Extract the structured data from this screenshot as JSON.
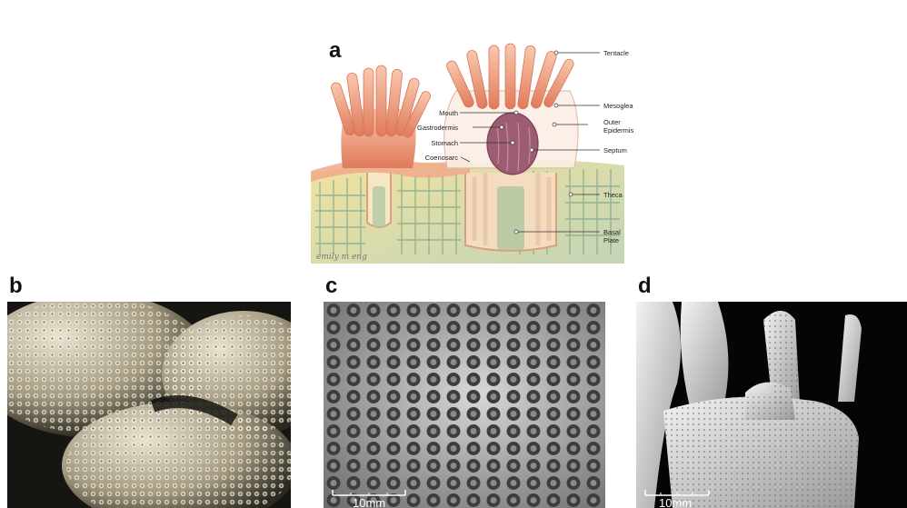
{
  "panels": {
    "a": "a",
    "b": "b",
    "c": "c",
    "d": "d"
  },
  "diagram": {
    "labels": {
      "tentacle": "Tentacle",
      "mesoglea": "Mesoglea",
      "outer_epidermis": "Outer Epidermis",
      "septum": "Septum",
      "theca": "Theca",
      "basal_plate": "Basal Plate",
      "mouth": "Mouth",
      "gastrodermis": "Gastrodermis",
      "stomach": "Stomach",
      "coenosarc": "Coenosarc"
    },
    "signature": "emily m eng"
  },
  "scale_bars": {
    "c": "10mm",
    "d": "10mm"
  },
  "colors": {
    "polyp": "#e8876a",
    "polyp_light": "#f6c2a8",
    "skeleton_yellow": "#eadf9a",
    "skeleton_green": "#b9ceb3",
    "stomach": "#9c5c72"
  }
}
